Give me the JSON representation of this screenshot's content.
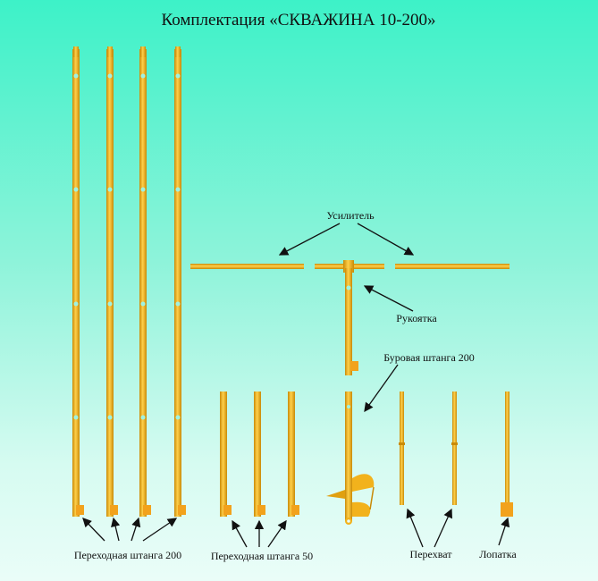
{
  "title": "Комплектация «СКВАЖИНА 10-200»",
  "labels": {
    "reinforcer": "Усилитель",
    "handle": "Рукоятка",
    "drill_rod": "Буровая штанга 200",
    "adapter_rod_200": "Переходная штанга 200",
    "adapter_rod_50": "Переходная штанга 50",
    "grip": "Перехват",
    "shovel": "Лопатка"
  },
  "colors": {
    "rod": "#f2b21c",
    "rod_shade": "#c98a08",
    "hole": "#9ff3e2"
  }
}
